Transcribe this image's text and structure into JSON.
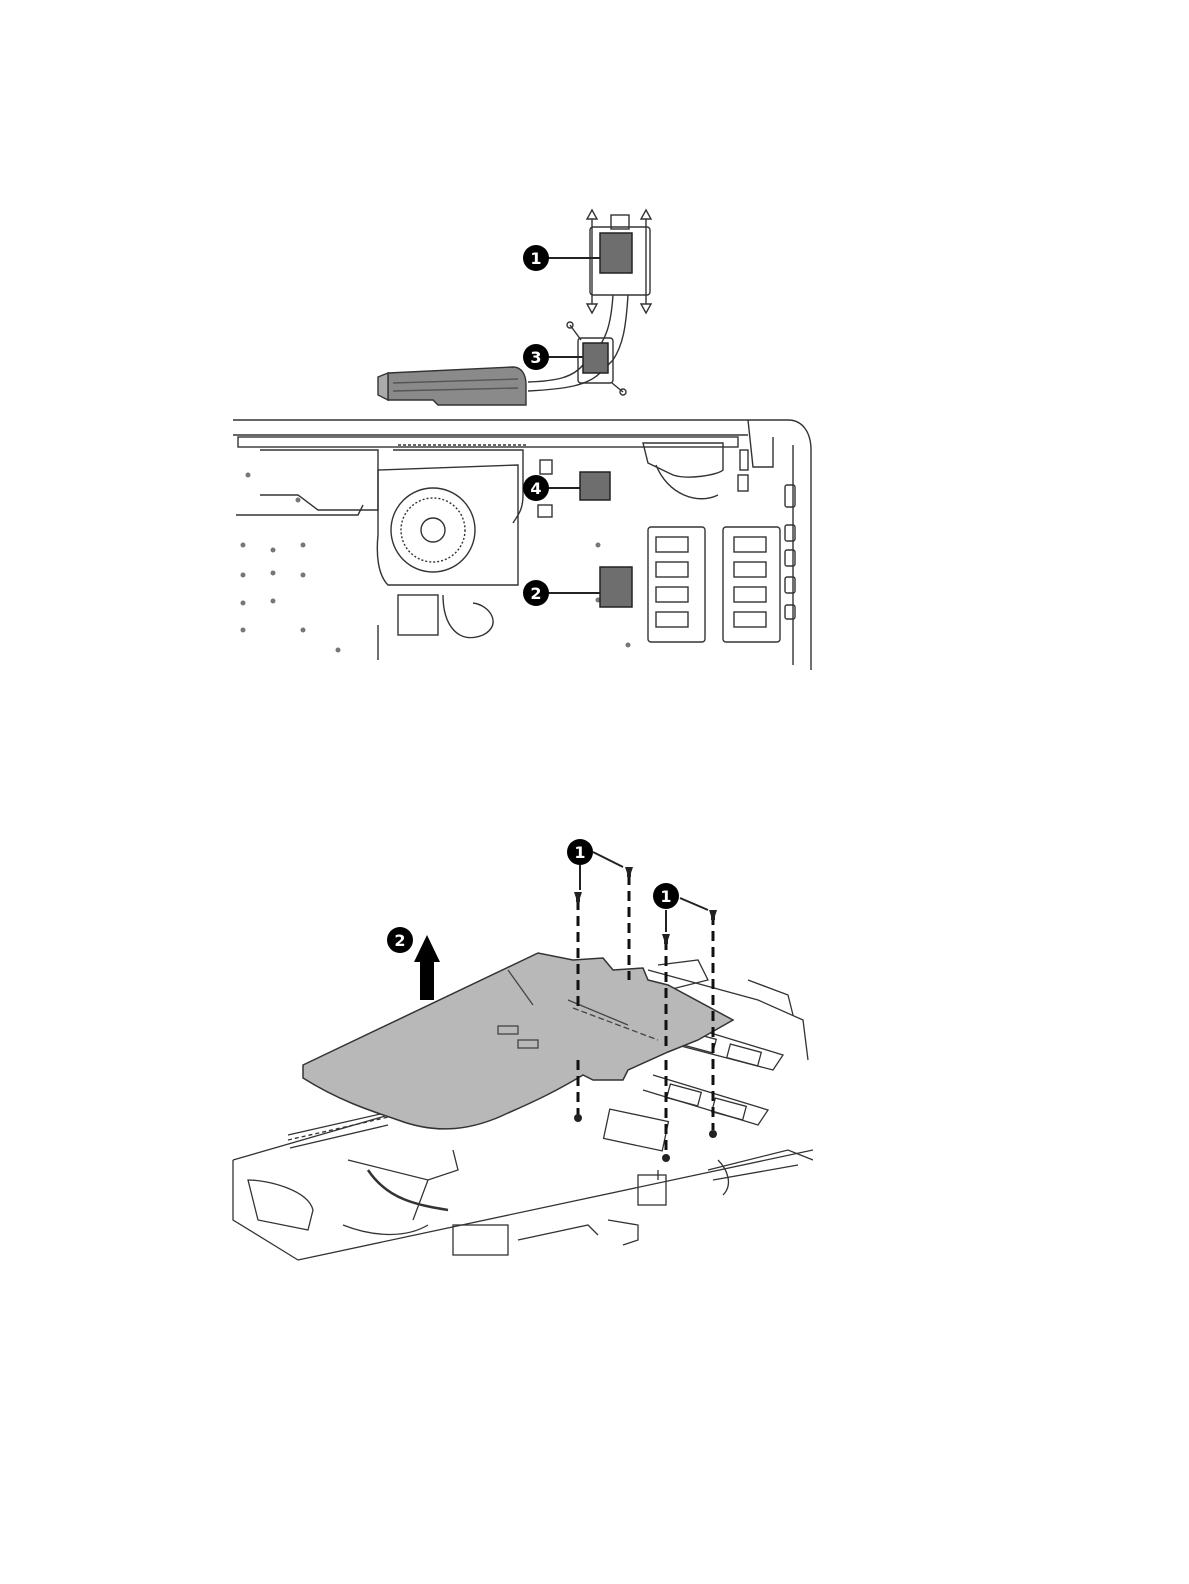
{
  "figure1": {
    "callouts": [
      {
        "num": "1",
        "part": "heat-sink-cpu-pad"
      },
      {
        "num": "3",
        "part": "heat-sink-gpu-pad"
      },
      {
        "num": "4",
        "part": "board-gpu-pad"
      },
      {
        "num": "2",
        "part": "board-cpu-pad"
      }
    ]
  },
  "figure2": {
    "callouts": [
      {
        "num": "1",
        "part": "screws-left"
      },
      {
        "num": "1",
        "part": "screws-right"
      },
      {
        "num": "2",
        "part": "lift-direction"
      }
    ]
  },
  "colors": {
    "pad": "#6e6e6e",
    "line": "#333333",
    "callout": "#000000",
    "shield": "#b8b8b8"
  }
}
